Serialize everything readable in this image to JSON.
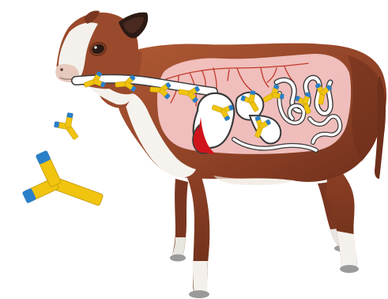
{
  "illustration": {
    "subject": "calf-digestive-tract-with-antibodies",
    "colors": {
      "background": "#ffffff",
      "coat_brown": "#9a4a2c",
      "coat_dark": "#6e2f1b",
      "coat_white": "#f6f3ee",
      "hoof_grey": "#9a9a9a",
      "organ_fill": "#f7c9c9",
      "organ_outline": "#3a3a3a",
      "blood_vessel": "#c0392b",
      "abomasum_red": "#d0141b",
      "antibody_yellow": "#f1c40f",
      "antibody_blue": "#2a7fc9"
    },
    "icons": {
      "antibody": "y-shaped-antibody-icon",
      "large_antibody": "large-antibody-icon"
    },
    "antibody_counts": {
      "outside_body": 2,
      "in_digestive_tract": 10
    }
  }
}
